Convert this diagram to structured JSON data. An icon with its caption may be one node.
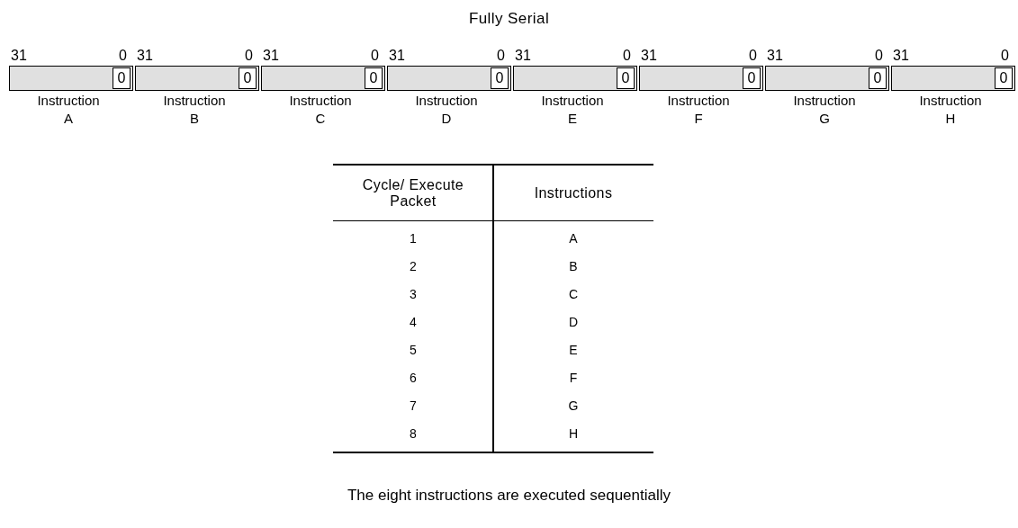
{
  "diagram": {
    "title": "Fully Serial",
    "nodes": [
      {
        "text": [],
        "shape": "box",
        "beside": [
          "Instruction A"
        ]
      },
      {
        "text": [
          "0"
        ],
        "in": 0
      },
      {
        "text": [],
        "shape": "box",
        "beside": [
          "Instruction B"
        ]
      },
      {
        "text": [
          "0"
        ],
        "in": 2
      },
      {
        "text": [],
        "shape": "box",
        "beside": [
          "Instruction C"
        ]
      },
      {
        "text": [
          "0"
        ],
        "in": 4
      },
      {
        "text": [],
        "shape": "box",
        "beside": [
          "Instruction D"
        ]
      },
      {
        "text": [
          "0"
        ],
        "in": 6
      },
      {
        "text": [],
        "shape": "box",
        "beside": [
          "Instruction E"
        ]
      },
      {
        "text": [
          "0"
        ],
        "in": 8
      },
      {
        "text": [],
        "shape": "box",
        "beside": [
          "Instruction F"
        ]
      },
      {
        "text": [
          "0"
        ],
        "in": 10
      },
      {
        "text": [],
        "shape": "box",
        "beside": [
          "Instruction G"
        ]
      },
      {
        "text": [
          "0"
        ],
        "in": 12
      },
      {
        "text": [],
        "shape": "box",
        "beside": [
          "Instruction H"
        ]
      },
      {
        "text": [
          "0"
        ],
        "in": 14
      }
    ],
    "edges": [],
    "labels": [
      "31",
      "0",
      "31",
      "0",
      "31",
      "0",
      "31",
      "0",
      "31",
      "0",
      "31",
      "0",
      "31",
      "0",
      "31",
      "0",
      "Cycle/ Execute Packet",
      "Instructions",
      "1",
      "A",
      "2",
      "B",
      "3",
      "C",
      "4",
      "D",
      "5",
      "E",
      "6",
      "F",
      "7",
      "G",
      "8",
      "H"
    ],
    "caption": "The eight instructions are executed sequentially"
  }
}
